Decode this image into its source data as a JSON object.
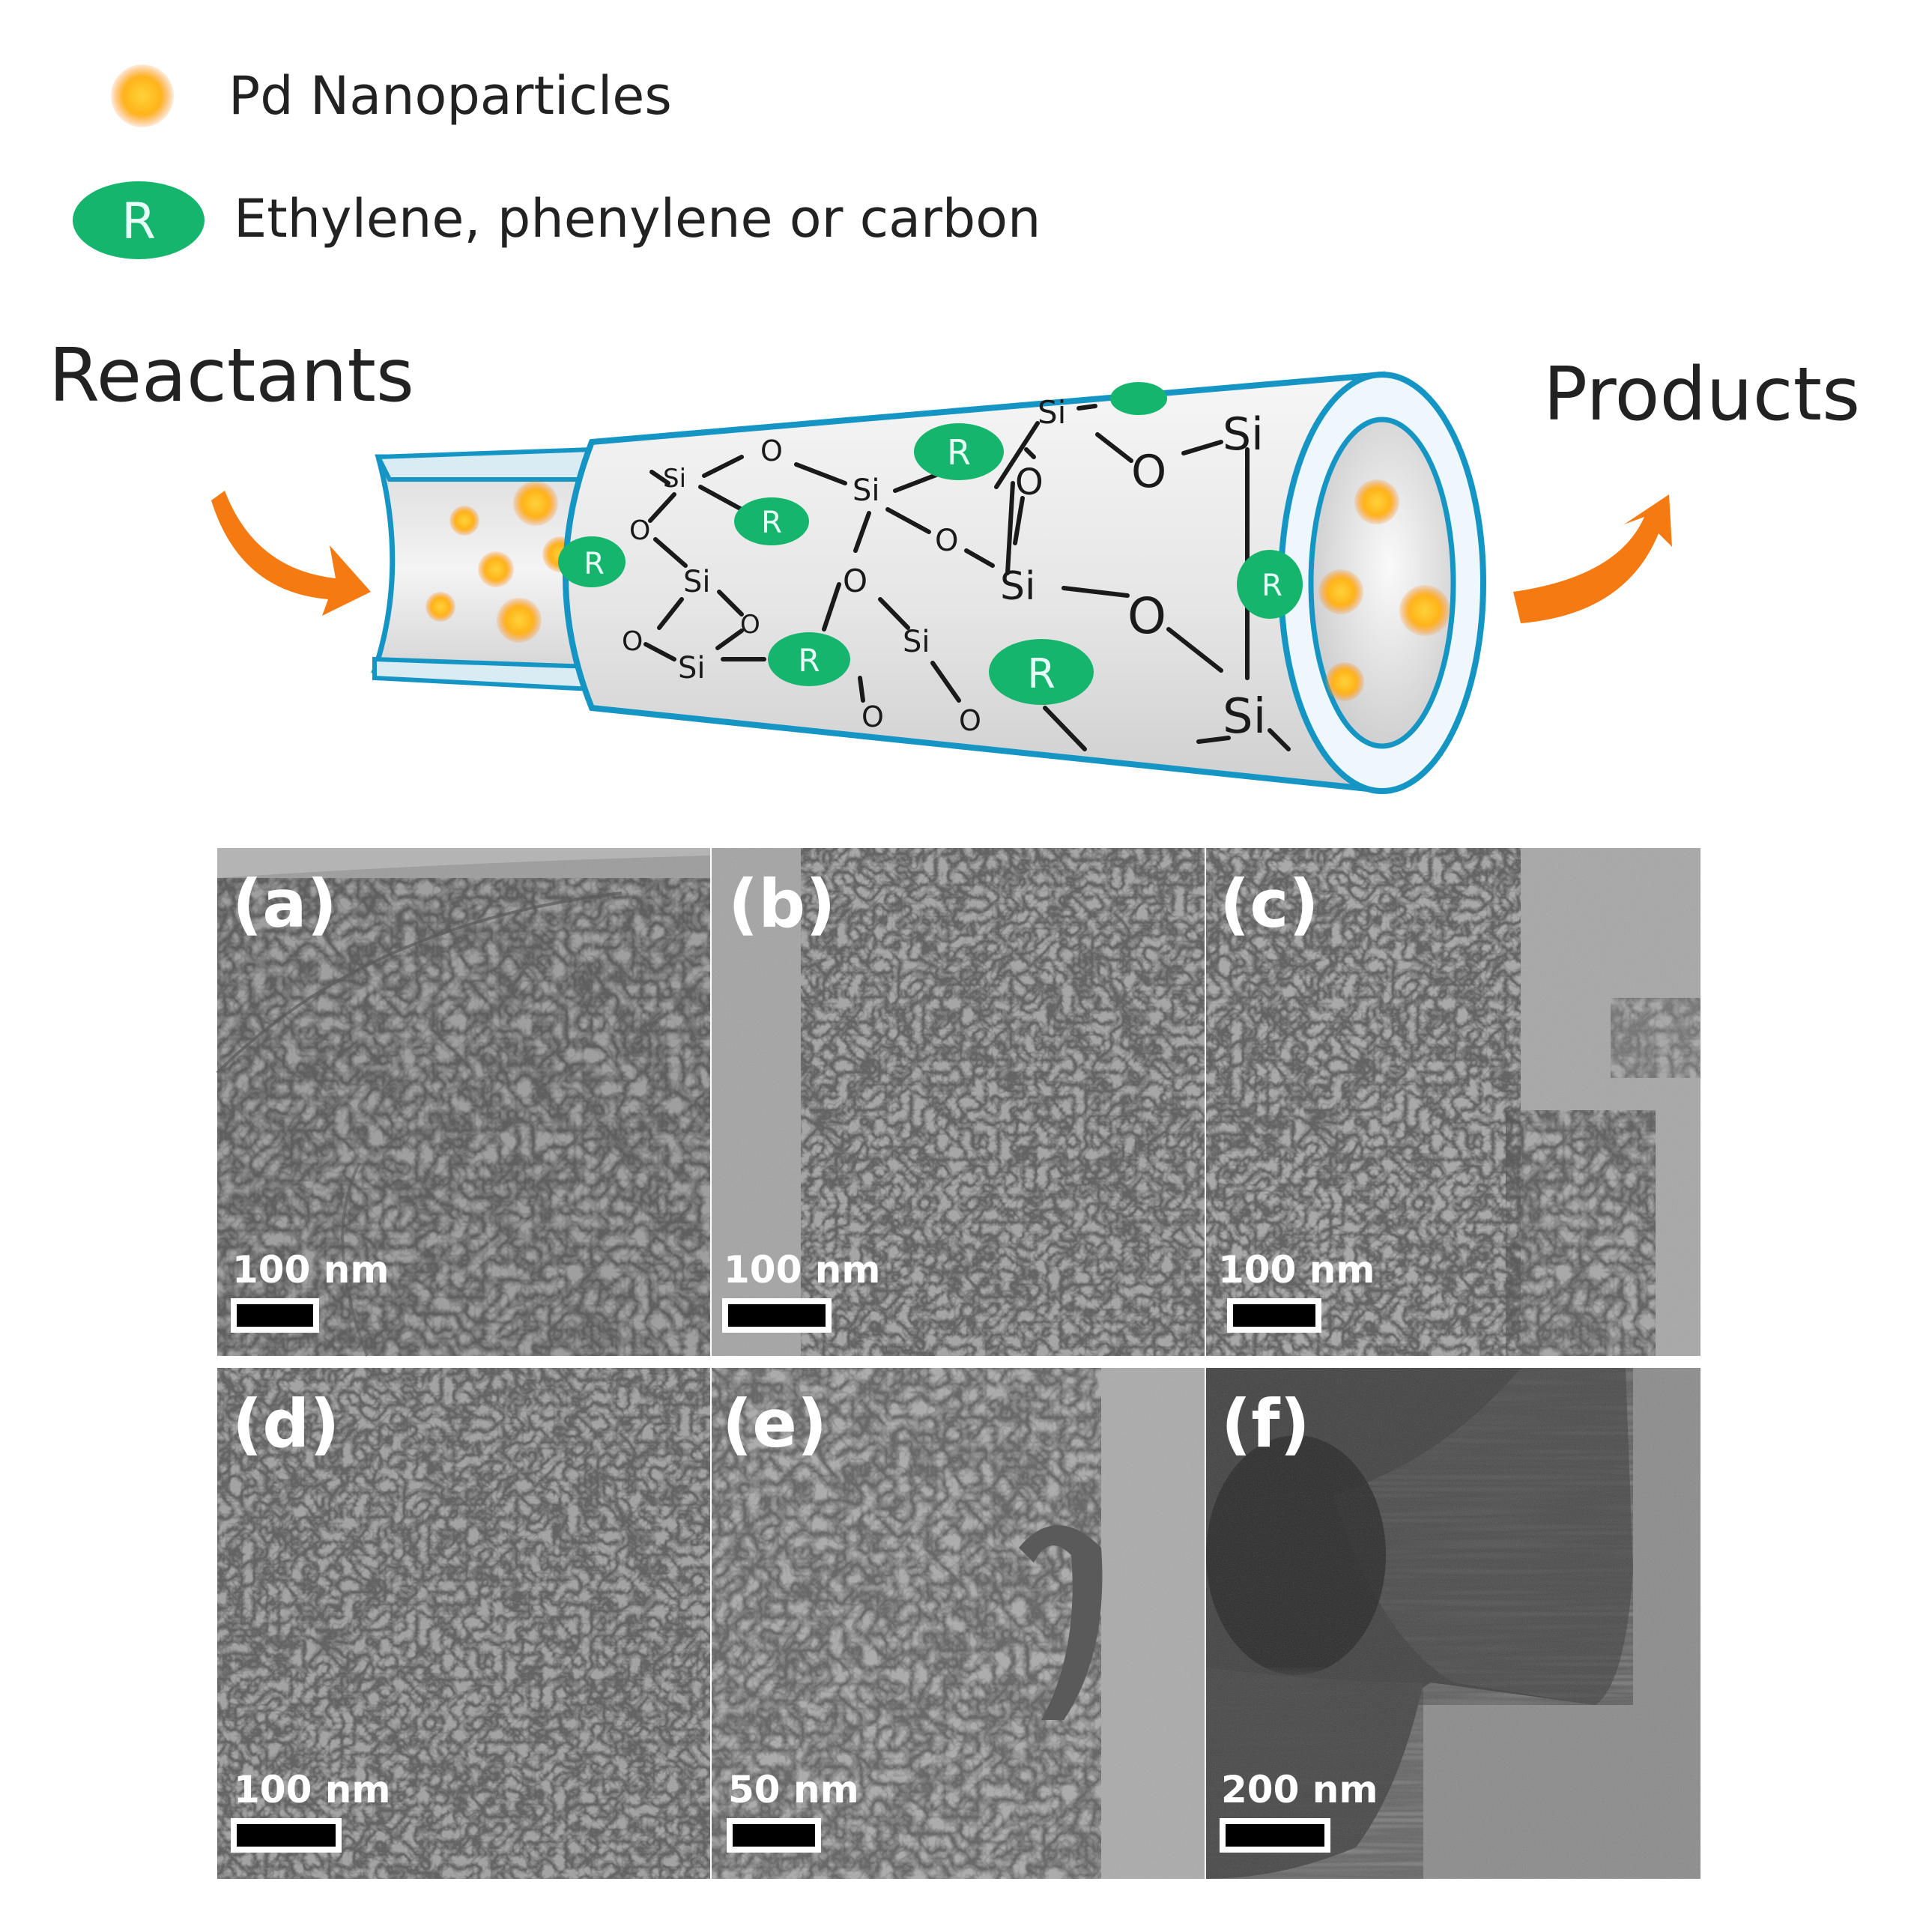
{
  "legend": {
    "items": [
      {
        "label": "Pd Nanoparticles",
        "icon": "pd-nanoparticle-icon",
        "color": "#ffb31a"
      },
      {
        "label": "Ethylene, phenylene or carbon",
        "icon": "r-group-icon",
        "symbol": "R",
        "color": "#16b56e"
      }
    ]
  },
  "scheme": {
    "inlet_label": "Reactants",
    "outlet_label": "Products",
    "silicon_symbol": "Si",
    "oxygen_symbol": "O",
    "r_symbol": "R",
    "arrow_color": "#f57a12",
    "tube_outline_color": "#1495c4"
  },
  "micrographs": {
    "panels": [
      {
        "label": "(a)",
        "scale": "100 nm"
      },
      {
        "label": "(b)",
        "scale": "100 nm"
      },
      {
        "label": "(c)",
        "scale": "100 nm"
      },
      {
        "label": "(d)",
        "scale": "100 nm"
      },
      {
        "label": "(e)",
        "scale": "50 nm"
      },
      {
        "label": "(f)",
        "scale": "200 nm"
      }
    ]
  }
}
